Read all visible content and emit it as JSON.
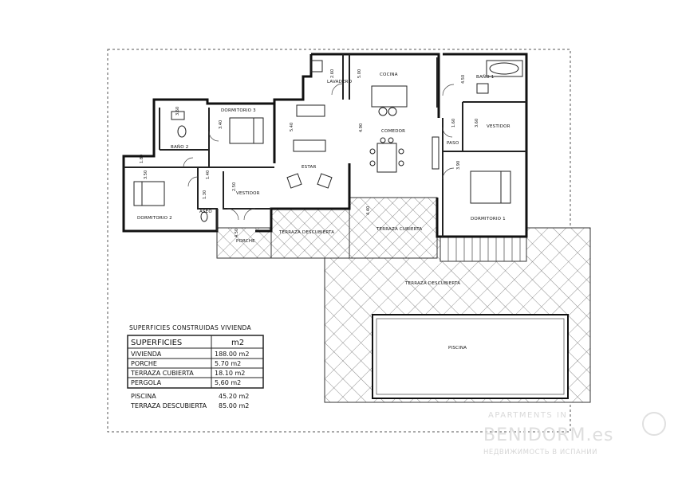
{
  "rooms": {
    "cocina": "COCINA",
    "lavadero": "LAVADERO",
    "bano1": "BAÑO 1",
    "dormitorio3": "DORMITORIO 3",
    "comedor": "COMEDOR",
    "vestidor_right": "VESTIDOR",
    "bano2": "BAÑO 2",
    "paso": "PASO",
    "estar": "ESTAR",
    "vestidor_left": "VESTIDOR",
    "aseo": "ASEO",
    "dormitorio2": "DORMITORIO 2",
    "dormitorio1": "DORMITORIO 1",
    "porche": "PORCHE",
    "terraza_descubierta_small": "TERRAZA DESCUBIERTA",
    "terraza_cubierta": "TERRAZA CUBIERTA",
    "terraza_descubierta_big": "TERRAZA DESCUBIERTA",
    "piscina": "PISCINA"
  },
  "dimensions": {
    "d1": "2.60",
    "d2": "5.00",
    "d3": "4.50",
    "d4": "3.60",
    "d5": "3.60",
    "d6": "3.40",
    "d7": "5.40",
    "d8": "4.90",
    "d9": "1.60",
    "d10": "3.50",
    "d11": "1.40",
    "d12": "2.50",
    "d13": "1.30",
    "d14": "1.80",
    "d15": "3.90",
    "d16": "4.40",
    "d17": "4.50"
  },
  "table": {
    "caption": "SUPERFICIES CONSTRUIDAS VIVIENDA",
    "header_left": "SUPERFICIES",
    "header_right": "m2",
    "rows": [
      {
        "label": "VIVIENDA",
        "value": "188.00 m2"
      },
      {
        "label": "PORCHE",
        "value": "5.70 m2"
      },
      {
        "label": "TERRAZA CUBIERTA",
        "value": "18.10 m2"
      },
      {
        "label": "PERGOLA",
        "value": "5,60 m2"
      }
    ],
    "extra": [
      {
        "label": "PISCINA",
        "value": "45.20 m2"
      },
      {
        "label": "TERRAZA DESCUBIERTA",
        "value": "85.00 m2"
      }
    ]
  },
  "watermark": {
    "line1": "APARTMENTS IN",
    "line2": "BENIDORM.es",
    "line3": "НЕДВИЖИМОСТЬ В ИСПАНИИ"
  }
}
